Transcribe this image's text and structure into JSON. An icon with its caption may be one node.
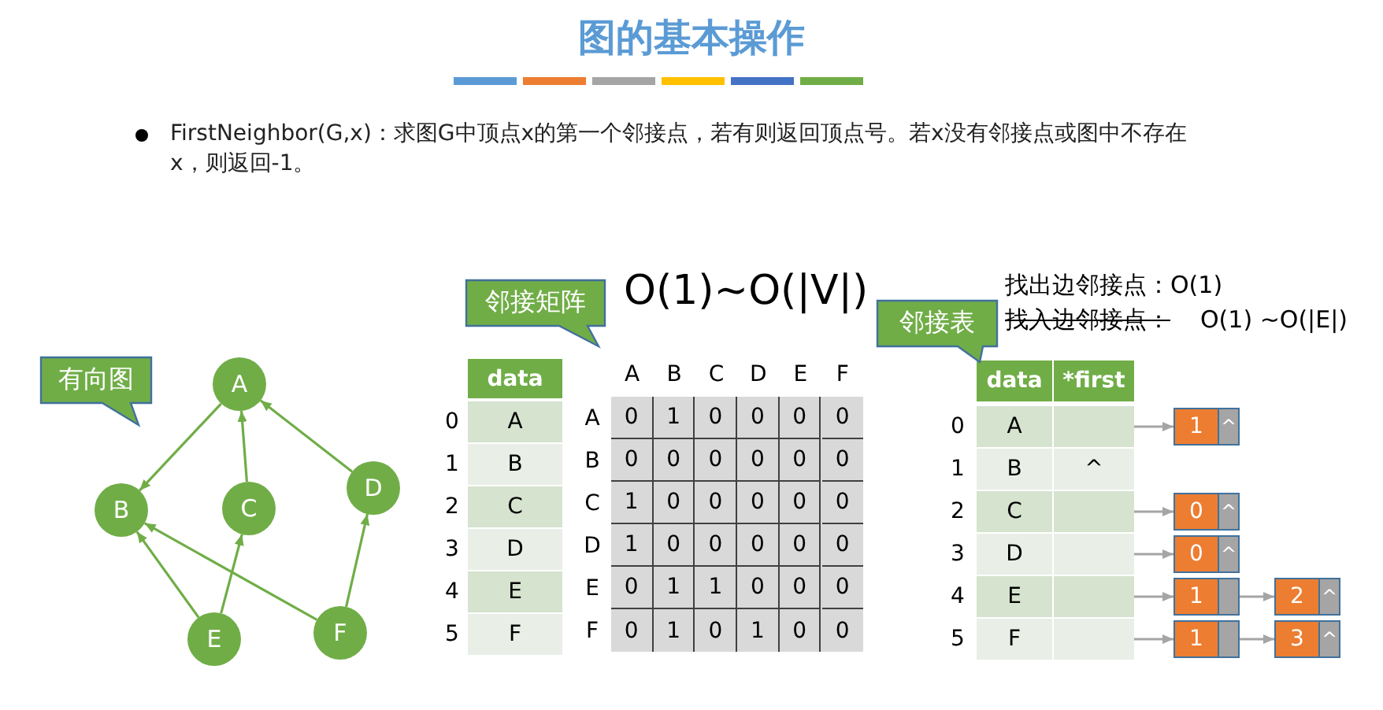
{
  "diagram": {
    "title": "图的基本操作",
    "nodes": [
      {
        "text": [
          "有向图"
        ]
      },
      {
        "text": [
          "A"
        ]
      },
      {
        "text": [
          "B"
        ]
      },
      {
        "text": [
          "C"
        ]
      },
      {
        "text": [
          "D"
        ]
      },
      {
        "text": [
          "E"
        ]
      },
      {
        "text": [
          "F"
        ]
      },
      {
        "text": [
          "邻接矩阵"
        ]
      },
      {
        "text": [
          "邻接表"
        ]
      },
      {
        "text": [],
        "shape": "box"
      },
      {
        "text": [],
        "shape": "box"
      },
      {
        "text": [],
        "shape": "box"
      },
      {
        "text": [],
        "shape": "box"
      },
      {
        "text": [],
        "shape": "box"
      },
      {
        "text": [
          "1",
          "^"
        ]
      },
      {
        "text": [
          "0",
          "^"
        ]
      },
      {
        "text": [
          "0",
          "^"
        ]
      },
      {
        "text": [
          "1"
        ]
      },
      {
        "text": [
          "2",
          "^"
        ]
      },
      {
        "text": [
          "1"
        ]
      },
      {
        "text": [
          "3",
          "^"
        ]
      }
    ],
    "edges": [
      {
        "from": 1,
        "to": 2,
        "arrow": "to"
      },
      {
        "from": 3,
        "to": 1,
        "arrow": "to"
      },
      {
        "from": 4,
        "to": 1,
        "arrow": "to"
      },
      {
        "from": 5,
        "to": 2,
        "arrow": "to"
      },
      {
        "from": 5,
        "to": 3,
        "arrow": "to"
      },
      {
        "from": 6,
        "to": 2,
        "arrow": "to"
      },
      {
        "from": 6,
        "to": 4,
        "arrow": "to"
      },
      {
        "from": 9,
        "to": 14,
        "arrow": "to",
        "color": "#a5a5a5"
      },
      {
        "from": 10,
        "to": 15,
        "arrow": "to",
        "color": "#a5a5a5"
      },
      {
        "from": 11,
        "to": 16,
        "arrow": "to",
        "color": "#a5a5a5"
      },
      {
        "from": 12,
        "to": 17,
        "arrow": "to",
        "color": "#a5a5a5"
      },
      {
        "from": 17,
        "to": 18,
        "arrow": "to",
        "color": "#a5a5a5"
      },
      {
        "from": 13,
        "to": 19,
        "arrow": "to",
        "color": "#a5a5a5"
      },
      {
        "from": 19,
        "to": 20,
        "arrow": "to",
        "color": "#a5a5a5"
      }
    ],
    "labels": [
      "FirstNeighbor(G,x)：求图G中顶点x的第一个邻接点，若有则返回顶点号。若x没有邻接点或图中不存在x，则返回-1。",
      "O(1)~O(|V|)",
      "找出边邻接点：O(1)",
      "找入边邻接点：",
      "O(1) ~O(|E|)",
      "data",
      "0",
      "A",
      "1",
      "B",
      "2",
      "C",
      "3",
      "D",
      "4",
      "E",
      "5",
      "F",
      "A",
      "B",
      "C",
      "D",
      "E",
      "F",
      "A",
      "0",
      "1",
      "0",
      "0",
      "0",
      "0",
      "B",
      "0",
      "0",
      "0",
      "0",
      "0",
      "0",
      "C",
      "1",
      "0",
      "0",
      "0",
      "0",
      "0",
      "D",
      "1",
      "0",
      "0",
      "0",
      "0",
      "0",
      "E",
      "0",
      "1",
      "1",
      "0",
      "0",
      "0",
      "F",
      "0",
      "1",
      "0",
      "1",
      "0",
      "0",
      "data",
      "*first",
      "0",
      "A",
      "1",
      "B",
      "^",
      "2",
      "C",
      "3",
      "D",
      "4",
      "E",
      "5",
      "F"
    ]
  }
}
